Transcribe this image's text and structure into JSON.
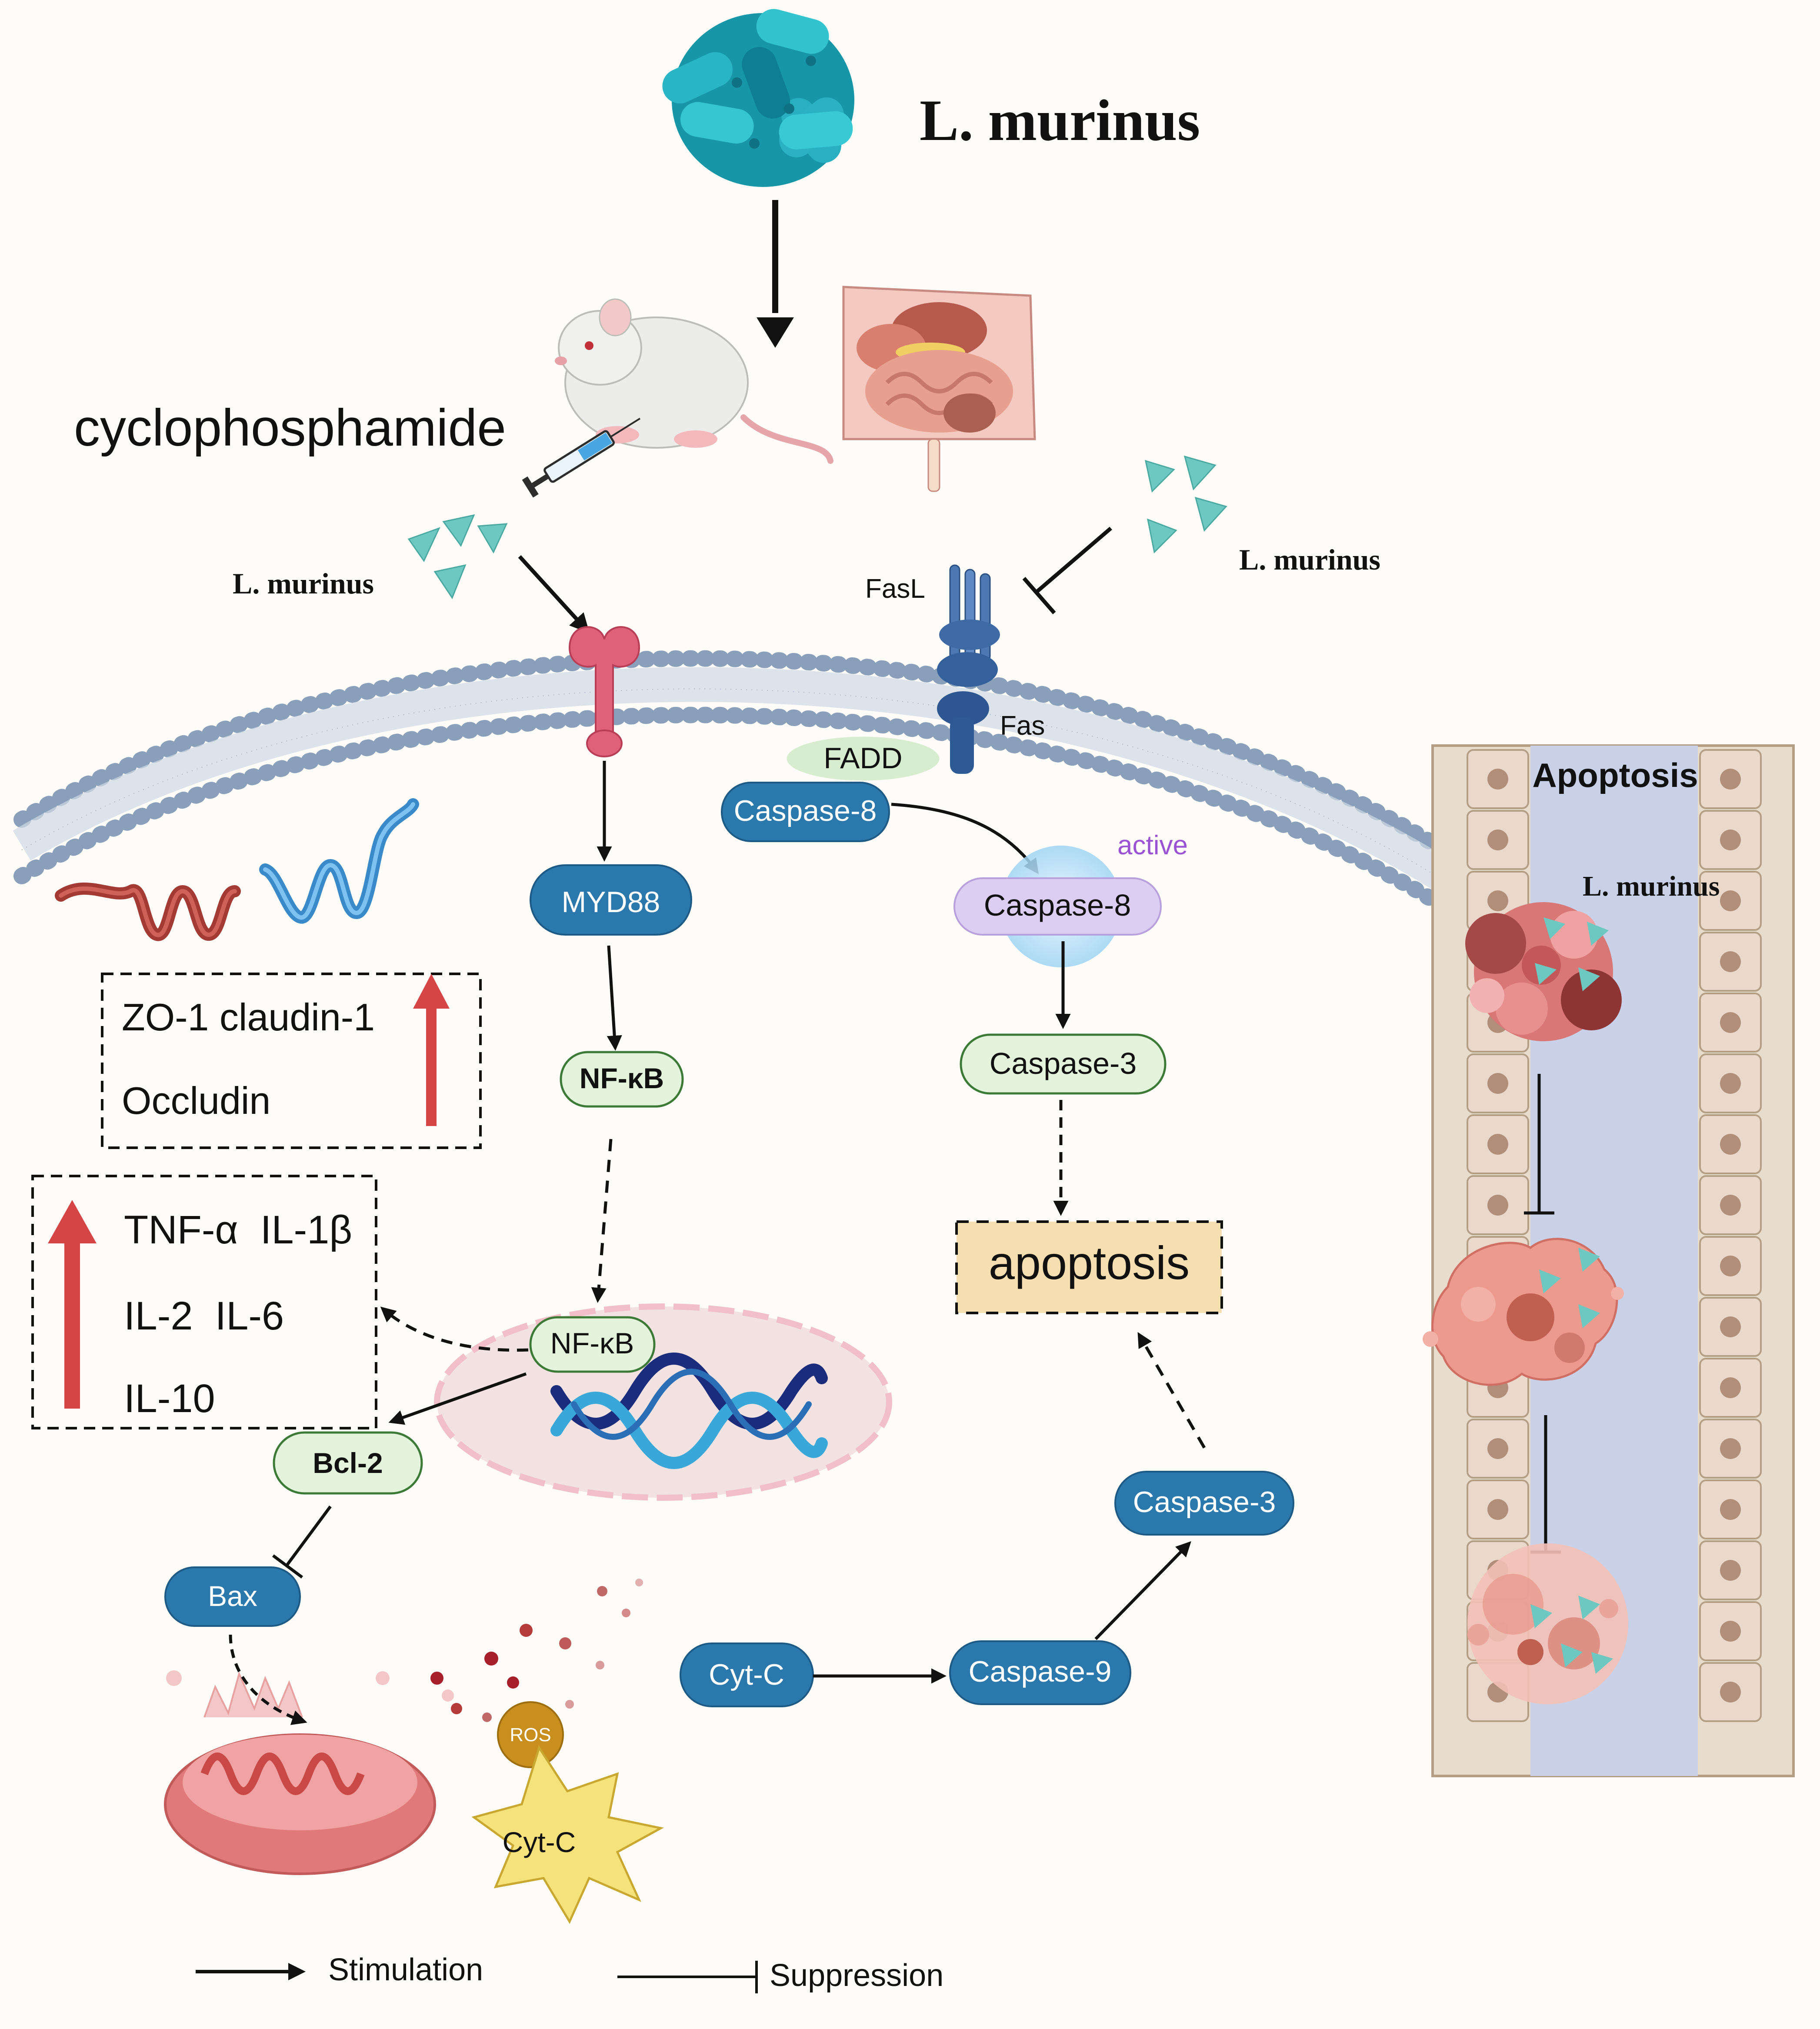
{
  "title": "L. murinus",
  "treatment": "cyclophosphamide",
  "bacteria_labels": {
    "left": "L. murinus",
    "right": "L. murinus",
    "epithelium": "L. murinus"
  },
  "receptors": {
    "fasl": "FasL",
    "fas": "Fas",
    "fadd": "FADD"
  },
  "nodes": {
    "myd88": "MYD88",
    "nfkb_1": "NF-κB",
    "nfkb_2": "NF-κB",
    "bcl2": "Bcl-2",
    "bax": "Bax",
    "caspase8": "Caspase-8",
    "caspase8_active": "Caspase-8",
    "active_label": "active",
    "caspase3_top": "Caspase-3",
    "apoptosis": "apoptosis",
    "caspase3_bottom": "Caspase-3",
    "caspase9": "Caspase-9",
    "cytc_node": "Cyt-C",
    "ros": "ROS",
    "cytc_star": "Cyt-C"
  },
  "tight_junction_box": {
    "line1": "ZO-1 claudin-1",
    "line2": "Occludin"
  },
  "cytokine_box": {
    "line1": "TNF-α  IL-1β",
    "line2": "IL-2  IL-6",
    "line3": "IL-10"
  },
  "epithelium_panel": {
    "title": "Apoptosis"
  },
  "legend": {
    "stimulation": "Stimulation",
    "suppression": "Suppression"
  },
  "colors": {
    "node_blue": "#2b78ac",
    "node_green_fill": "#e4f4dc",
    "node_green_stroke": "#3d7a38",
    "node_purple": "#dccdf2",
    "apoptosis_box": "#f5dfb0",
    "up_arrow": "#d64545",
    "teal": "#6cc8c0"
  }
}
